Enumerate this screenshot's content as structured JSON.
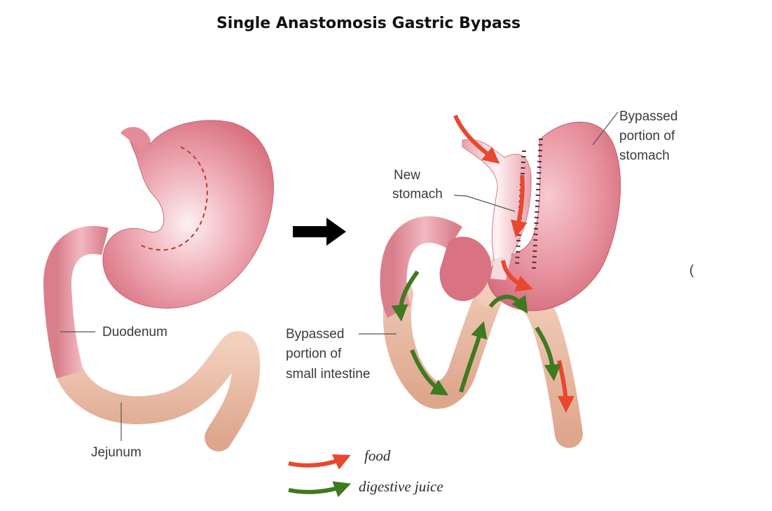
{
  "title": "Single Anastomosis Gastric Bypass",
  "labels": {
    "duodenum": "Duodenum",
    "jejunum": "Jejunum",
    "new_stomach_line1": "New",
    "new_stomach_line2": "stomach",
    "bypassed_stomach_line1": "Bypassed",
    "bypassed_stomach_line2": "portion of",
    "bypassed_stomach_line3": "stomach",
    "bypassed_intestine_line1": "Bypassed",
    "bypassed_intestine_line2": "portion of",
    "bypassed_intestine_line3": "small intestine"
  },
  "legend": {
    "food": "food",
    "digestive_juice": "digestive juice"
  },
  "colors": {
    "stomach": "#e07f8e",
    "stomach_highlight": "#fbe4e8",
    "intestine": "#e8b8a0",
    "food_arrow": "#e8482e",
    "juice_arrow": "#3e7a20",
    "transition_arrow": "#000000"
  },
  "icons": {
    "transition": "right-arrow-icon"
  }
}
